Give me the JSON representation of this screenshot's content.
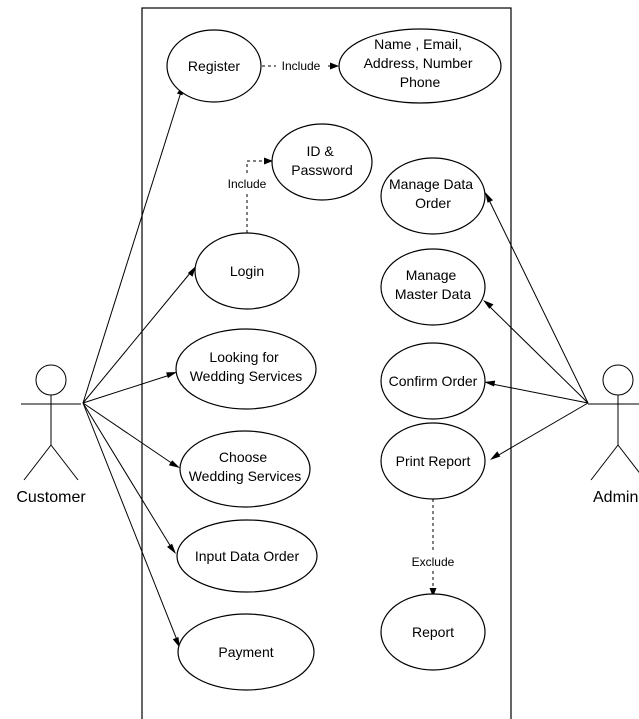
{
  "actors": {
    "customer": {
      "label": "Customer"
    },
    "admin": {
      "label": "Admin"
    }
  },
  "use_cases": {
    "register": [
      "Register"
    ],
    "personal_data": [
      "Name , Email,",
      "Address, Number",
      "Phone"
    ],
    "id_password": [
      "ID &",
      "Password"
    ],
    "login": [
      "Login"
    ],
    "looking_services": [
      "Looking for",
      "Wedding Services"
    ],
    "choose_services": [
      "Choose",
      "Wedding Services"
    ],
    "input_order": [
      "Input Data Order"
    ],
    "payment": [
      "Payment"
    ],
    "manage_order": [
      "Manage Data",
      "Order"
    ],
    "manage_master": [
      "Manage",
      "Master Data"
    ],
    "confirm_order": [
      "Confirm Order"
    ],
    "print_report": [
      "Print Report"
    ],
    "report": [
      "Report"
    ]
  },
  "relations": {
    "register_include": "Include",
    "login_include": "Include",
    "report_exclude": "Exclude"
  }
}
